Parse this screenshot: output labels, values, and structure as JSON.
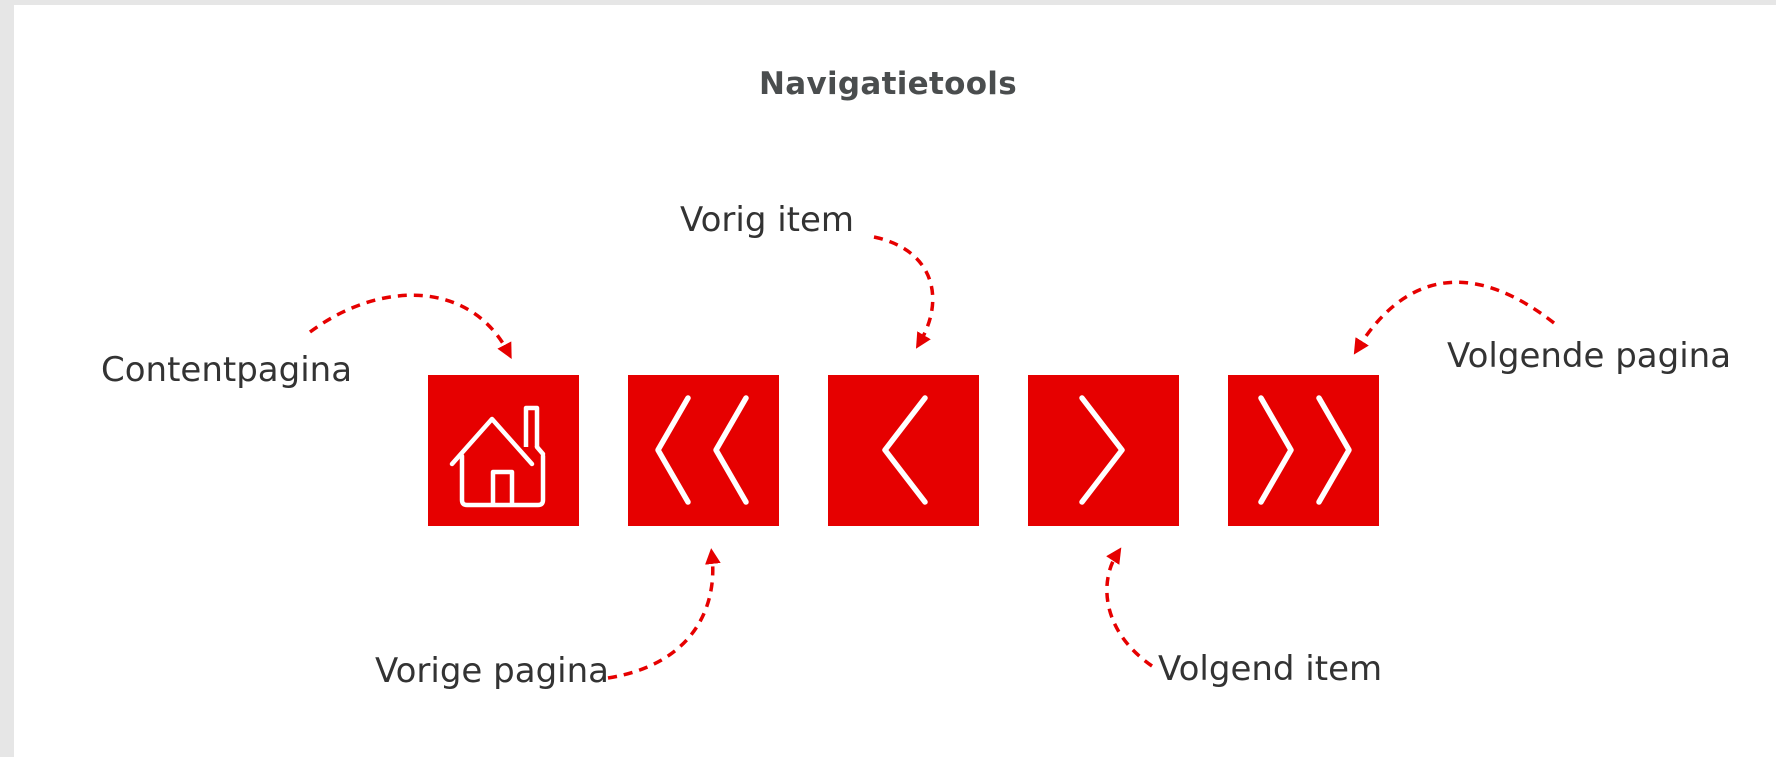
{
  "title": "Navigatietools",
  "labels": {
    "contentpagina": "Contentpagina",
    "vorig_item": "Vorig item",
    "vorige_pagina": "Vorige pagina",
    "volgend_item": "Volgend item",
    "volgende_pagina": "Volgende pagina"
  },
  "buttons": [
    {
      "icon": "home-icon"
    },
    {
      "icon": "double-chevron-left-icon"
    },
    {
      "icon": "chevron-left-icon"
    },
    {
      "icon": "chevron-right-icon"
    },
    {
      "icon": "double-chevron-right-icon"
    }
  ],
  "colors": {
    "accent": "#e60000",
    "text": "#333333",
    "title": "#4a4d4e",
    "background": "#e6e6e6"
  }
}
